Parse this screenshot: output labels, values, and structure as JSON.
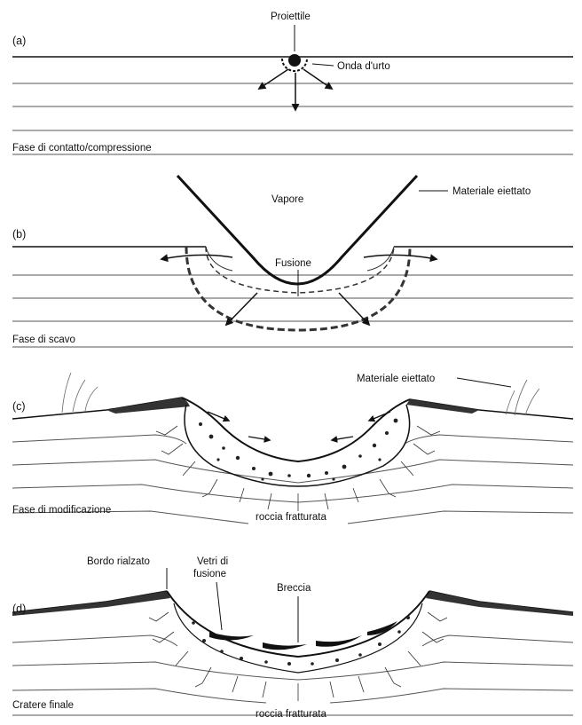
{
  "panel_a": {
    "letter": "(a)",
    "projectile": "Proiettile",
    "shock_wave": "Onda d'urto",
    "stage": "Fase di contatto/compressione"
  },
  "panel_b": {
    "letter": "(b)",
    "vapor": "Vapore",
    "ejecta": "Materiale eiettato",
    "melt": "Fusione",
    "stage": "Fase di scavo"
  },
  "panel_c": {
    "letter": "(c)",
    "ejecta": "Materiale eiettato",
    "stage": "Fase di modificazione",
    "fractured_rock": "roccia fratturata"
  },
  "panel_d": {
    "letter": "(d)",
    "raised_rim": "Bordo rialzato",
    "melt_glass_1": "Vetri di",
    "melt_glass_2": "fusione",
    "breccia": "Breccia",
    "stage": "Cratere finale",
    "fractured_rock": "roccia fratturata"
  },
  "colors": {
    "ink": "#111111",
    "layer": "#555555",
    "rim": "#333333"
  }
}
